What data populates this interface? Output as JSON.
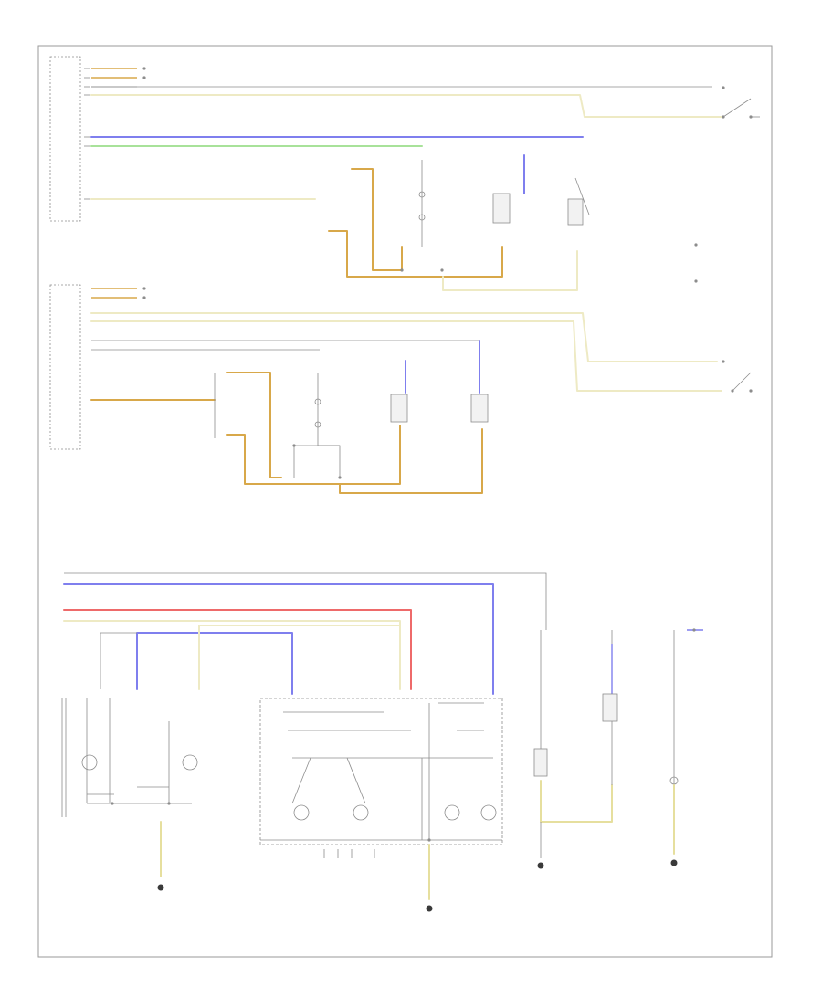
{
  "footer": {
    "label": ""
  },
  "colors": {
    "orange": "#d8a84a",
    "yellow": "#e6df9e",
    "light_yellow": "#eeeac4",
    "blue": "#5f5fe0",
    "green": "#a8e29a",
    "red": "#ee6a6a",
    "grey": "#9a9a9a"
  },
  "modules": [
    {
      "id": "left-module",
      "label": ""
    },
    {
      "id": "right-module",
      "label": ""
    }
  ],
  "grounds": [
    {
      "id": "ground-left",
      "label": ""
    },
    {
      "id": "ground-center",
      "label": ""
    },
    {
      "id": "ground-right-1",
      "label": ""
    },
    {
      "id": "ground-right-2",
      "label": ""
    }
  ]
}
